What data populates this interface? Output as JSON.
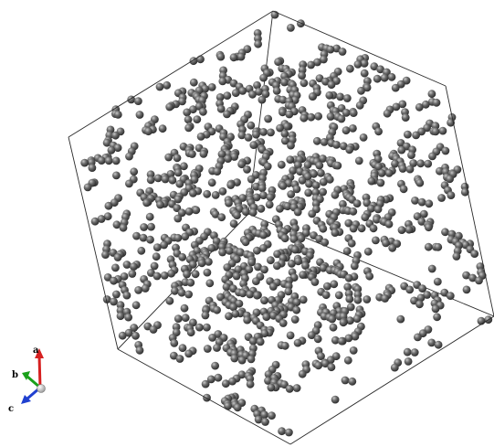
{
  "structure_view": {
    "background_color": "#ffffff",
    "cell_edge_color": "#2a2a2a",
    "atom": {
      "element_color": "#6b6b6b",
      "highlight_color": "#c9c9c9",
      "shadow_color": "#2b2b2b"
    },
    "axes": {
      "a": {
        "label": "a",
        "color": "#d62020"
      },
      "b": {
        "label": "b",
        "color": "#1aa01a"
      },
      "c": {
        "label": "c",
        "color": "#2040d0"
      },
      "origin_color": "#bdbdbd"
    }
  }
}
